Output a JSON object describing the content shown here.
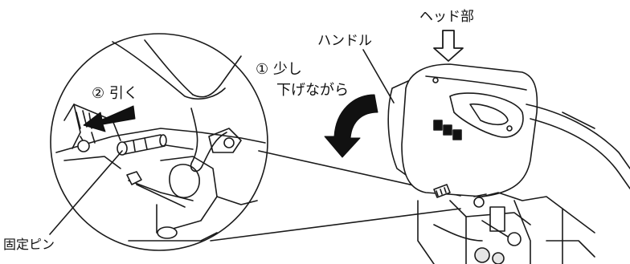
{
  "labels": {
    "head": "ヘッド部",
    "handle": "ハンドル",
    "step1_line1": "① 少し",
    "step1_line2": "下げながら",
    "step2": "② 引く",
    "pin": "固定ピン"
  },
  "colors": {
    "stroke": "#1a1a1a",
    "arrow_fill": "#111111",
    "body_fill": "#ffffff",
    "shade": "#e6e6e6"
  }
}
